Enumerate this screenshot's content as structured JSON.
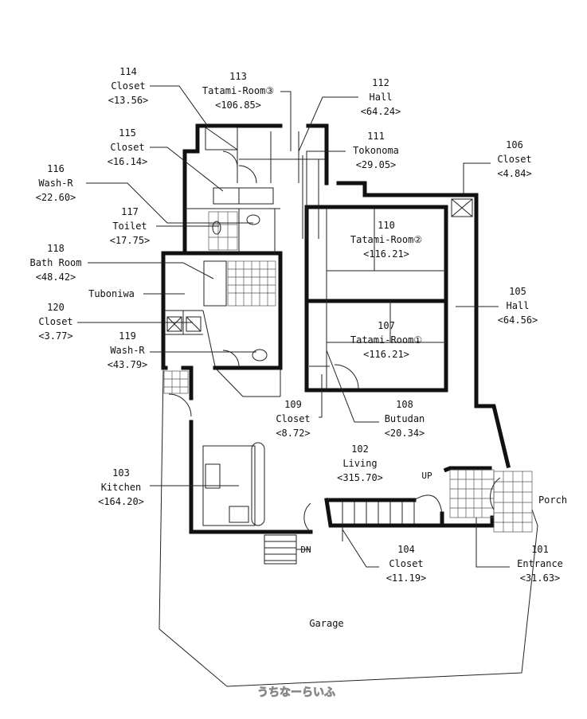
{
  "rooms": {
    "r114": {
      "number": "114",
      "name": "Closet",
      "area": "<13.56>"
    },
    "r113": {
      "number": "113",
      "name": "Tatami-Room③",
      "area": "<106.85>"
    },
    "r112": {
      "number": "112",
      "name": "Hall",
      "area": "<64.24>"
    },
    "r115": {
      "number": "115",
      "name": "Closet",
      "area": "<16.14>"
    },
    "r111": {
      "number": "111",
      "name": "Tokonoma",
      "area": "<29.05>"
    },
    "r106": {
      "number": "106",
      "name": "Closet",
      "area": "<4.84>"
    },
    "r116": {
      "number": "116",
      "name": "Wash-R",
      "area": "<22.60>"
    },
    "r117": {
      "number": "117",
      "name": "Toilet",
      "area": "<17.75>"
    },
    "r110": {
      "number": "110",
      "name": "Tatami-Room②",
      "area": "<116.21>"
    },
    "r118": {
      "number": "118",
      "name": "Bath Room",
      "area": "<48.42>"
    },
    "r105": {
      "number": "105",
      "name": "Hall",
      "area": "<64.56>"
    },
    "r120": {
      "number": "120",
      "name": "Closet",
      "area": "<3.77>"
    },
    "r107": {
      "number": "107",
      "name": "Tatami-Room①",
      "area": "<116.21>"
    },
    "r119": {
      "number": "119",
      "name": "Wash-R",
      "area": "<43.79>"
    },
    "r109": {
      "number": "109",
      "name": "Closet",
      "area": "<8.72>"
    },
    "r108": {
      "number": "108",
      "name": "Butudan",
      "area": "<20.34>"
    },
    "r102": {
      "number": "102",
      "name": "Living",
      "area": "<315.70>"
    },
    "r103": {
      "number": "103",
      "name": "Kitchen",
      "area": "<164.20>"
    },
    "r104": {
      "number": "104",
      "name": "Closet",
      "area": "<11.19>"
    },
    "r101": {
      "number": "101",
      "name": "Entrance",
      "area": "<31.63>"
    }
  },
  "labels": {
    "tuboniwa": "Tuboniwa",
    "porch": "Porch",
    "garage": "Garage",
    "up": "UP",
    "dn": "DN"
  },
  "watermark": "うちなーらいふ"
}
